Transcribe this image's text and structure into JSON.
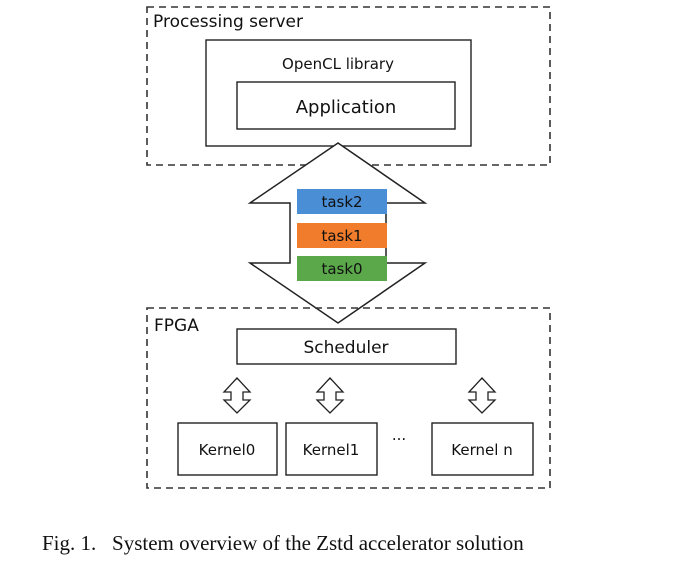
{
  "diagram": {
    "processing_server": {
      "title": "Processing server",
      "library": "OpenCL library",
      "application": "Application"
    },
    "tasks": [
      {
        "label": "task2",
        "color": "#4a8fd6"
      },
      {
        "label": "task1",
        "color": "#f07c2c"
      },
      {
        "label": "task0",
        "color": "#5aa84a"
      }
    ],
    "fpga": {
      "title": "FPGA",
      "scheduler": "Scheduler",
      "kernels": [
        "Kernel0",
        "Kernel1",
        "Kernel n"
      ],
      "ellipsis": "..."
    },
    "caption": "Fig. 1.   System overview of the Zstd accelerator solution"
  }
}
